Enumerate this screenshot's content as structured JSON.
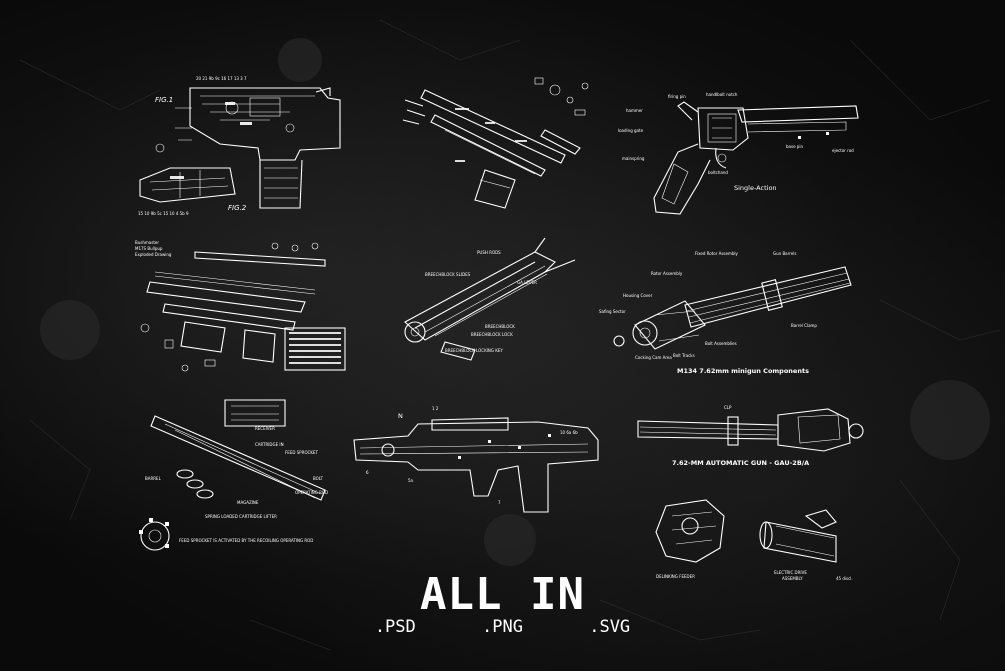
{
  "headline": "ALL IN",
  "formats": [
    ".PSD",
    ".PNG",
    ".SVG"
  ],
  "colors": {
    "background": "#0b0b0b",
    "foreground": "#ffffff"
  },
  "panel_1": {
    "fig1": "FIG.1",
    "fig2": "FIG.2",
    "top_numbers": "20 21 9b 9c 16 17 13 3 7",
    "bottom_numbers": "15 10 9b 5c 15 10 4 5b 9"
  },
  "panel_2": {},
  "panel_3": {
    "firing_pin": "firing pin",
    "handlebolt": "handlbolt notch",
    "hammer": "hammer",
    "loading_gate": "loading gate",
    "ejector_rod": "ejector rod",
    "base_pin": "base pin",
    "mainspring": "mainspring",
    "boltchand": "boltchand",
    "caption": "Single-Action"
  },
  "panel_4": {
    "title_line1": "Bushmaster",
    "title_line2": "M17S Bullpup",
    "title_line3": "Exploded Drawing"
  },
  "panel_5": {
    "push_rods": "PUSH RODS",
    "breechblock_slides": "BREECHBLOCK SLIDES",
    "ga_lever": "GA LEVER",
    "breechblock": "BREECHBLOCK",
    "breechblock_lock": "BREECHBLOCK LOCK",
    "breechblock_locking_key": "BREECHBLOCK LOCKING KEY"
  },
  "panel_6": {
    "fixed_rotor": "Fixed Rotor Assembly",
    "gun_barrels": "Gun Barrels",
    "rotor_assembly": "Rotor Assembly",
    "housing_cover": "Housing Cover",
    "safing_sector": "Safing Sector",
    "barrel_clamp": "Barrel Clamp",
    "bolt_assemblies": "Bolt Assemblies",
    "bolt_tracks": "Bolt Tracks",
    "cocking_cam": "Cocking Cam Area",
    "caption": "M134 7.62mm minigun Components"
  },
  "panel_7": {
    "receiver": "RECEIVER",
    "cartridge_in": "CARTRIDGE IN",
    "feed_sprocket": "FEED SPROCKET",
    "barrel": "BARREL",
    "bolt": "BOLT",
    "operating_rod": "OPERATING ROD",
    "magazine": "MAGAZINE",
    "spring_lifter": "SPRING LOADED CARTRIDGE LIFTER",
    "feed_note": "FEED SPROCKET IS ACTIVATED BY THE RECOILING OPERATING ROD"
  },
  "panel_8": {
    "n": "N",
    "numbers_top": "1 2",
    "numbers_right": "10 6a 6b",
    "label_5a": "5a",
    "label_6": "6",
    "label_7": "7"
  },
  "panel_9": {
    "caption": "7.62-MM AUTOMATIC GUN - GAU-2B/A",
    "clp": "CLP"
  },
  "panel_10": {
    "delinking": "DELINKING FEEDER",
    "electric_line1": "ELECTRIC DRIVE",
    "electric_line2": "ASSEMBLY",
    "note": "45 discl."
  }
}
